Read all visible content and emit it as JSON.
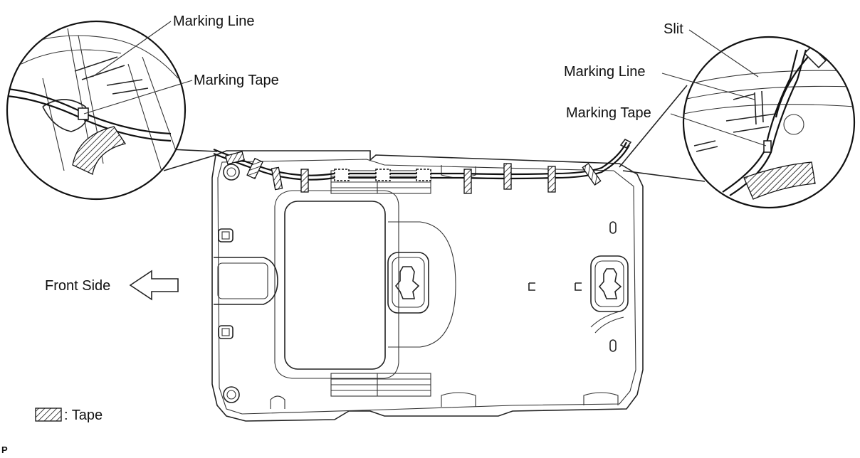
{
  "labels": {
    "left_marking_line": "Marking Line",
    "left_marking_tape": "Marking Tape",
    "slit": "Slit",
    "right_marking_line": "Marking Line",
    "right_marking_tape": "Marking Tape",
    "front_side": "Front Side",
    "legend_tape": ": Tape",
    "figure_code": "P"
  },
  "icons": {
    "direction_arrow": "left-arrow-icon",
    "tape_swatch": "hatched-tape-icon"
  }
}
